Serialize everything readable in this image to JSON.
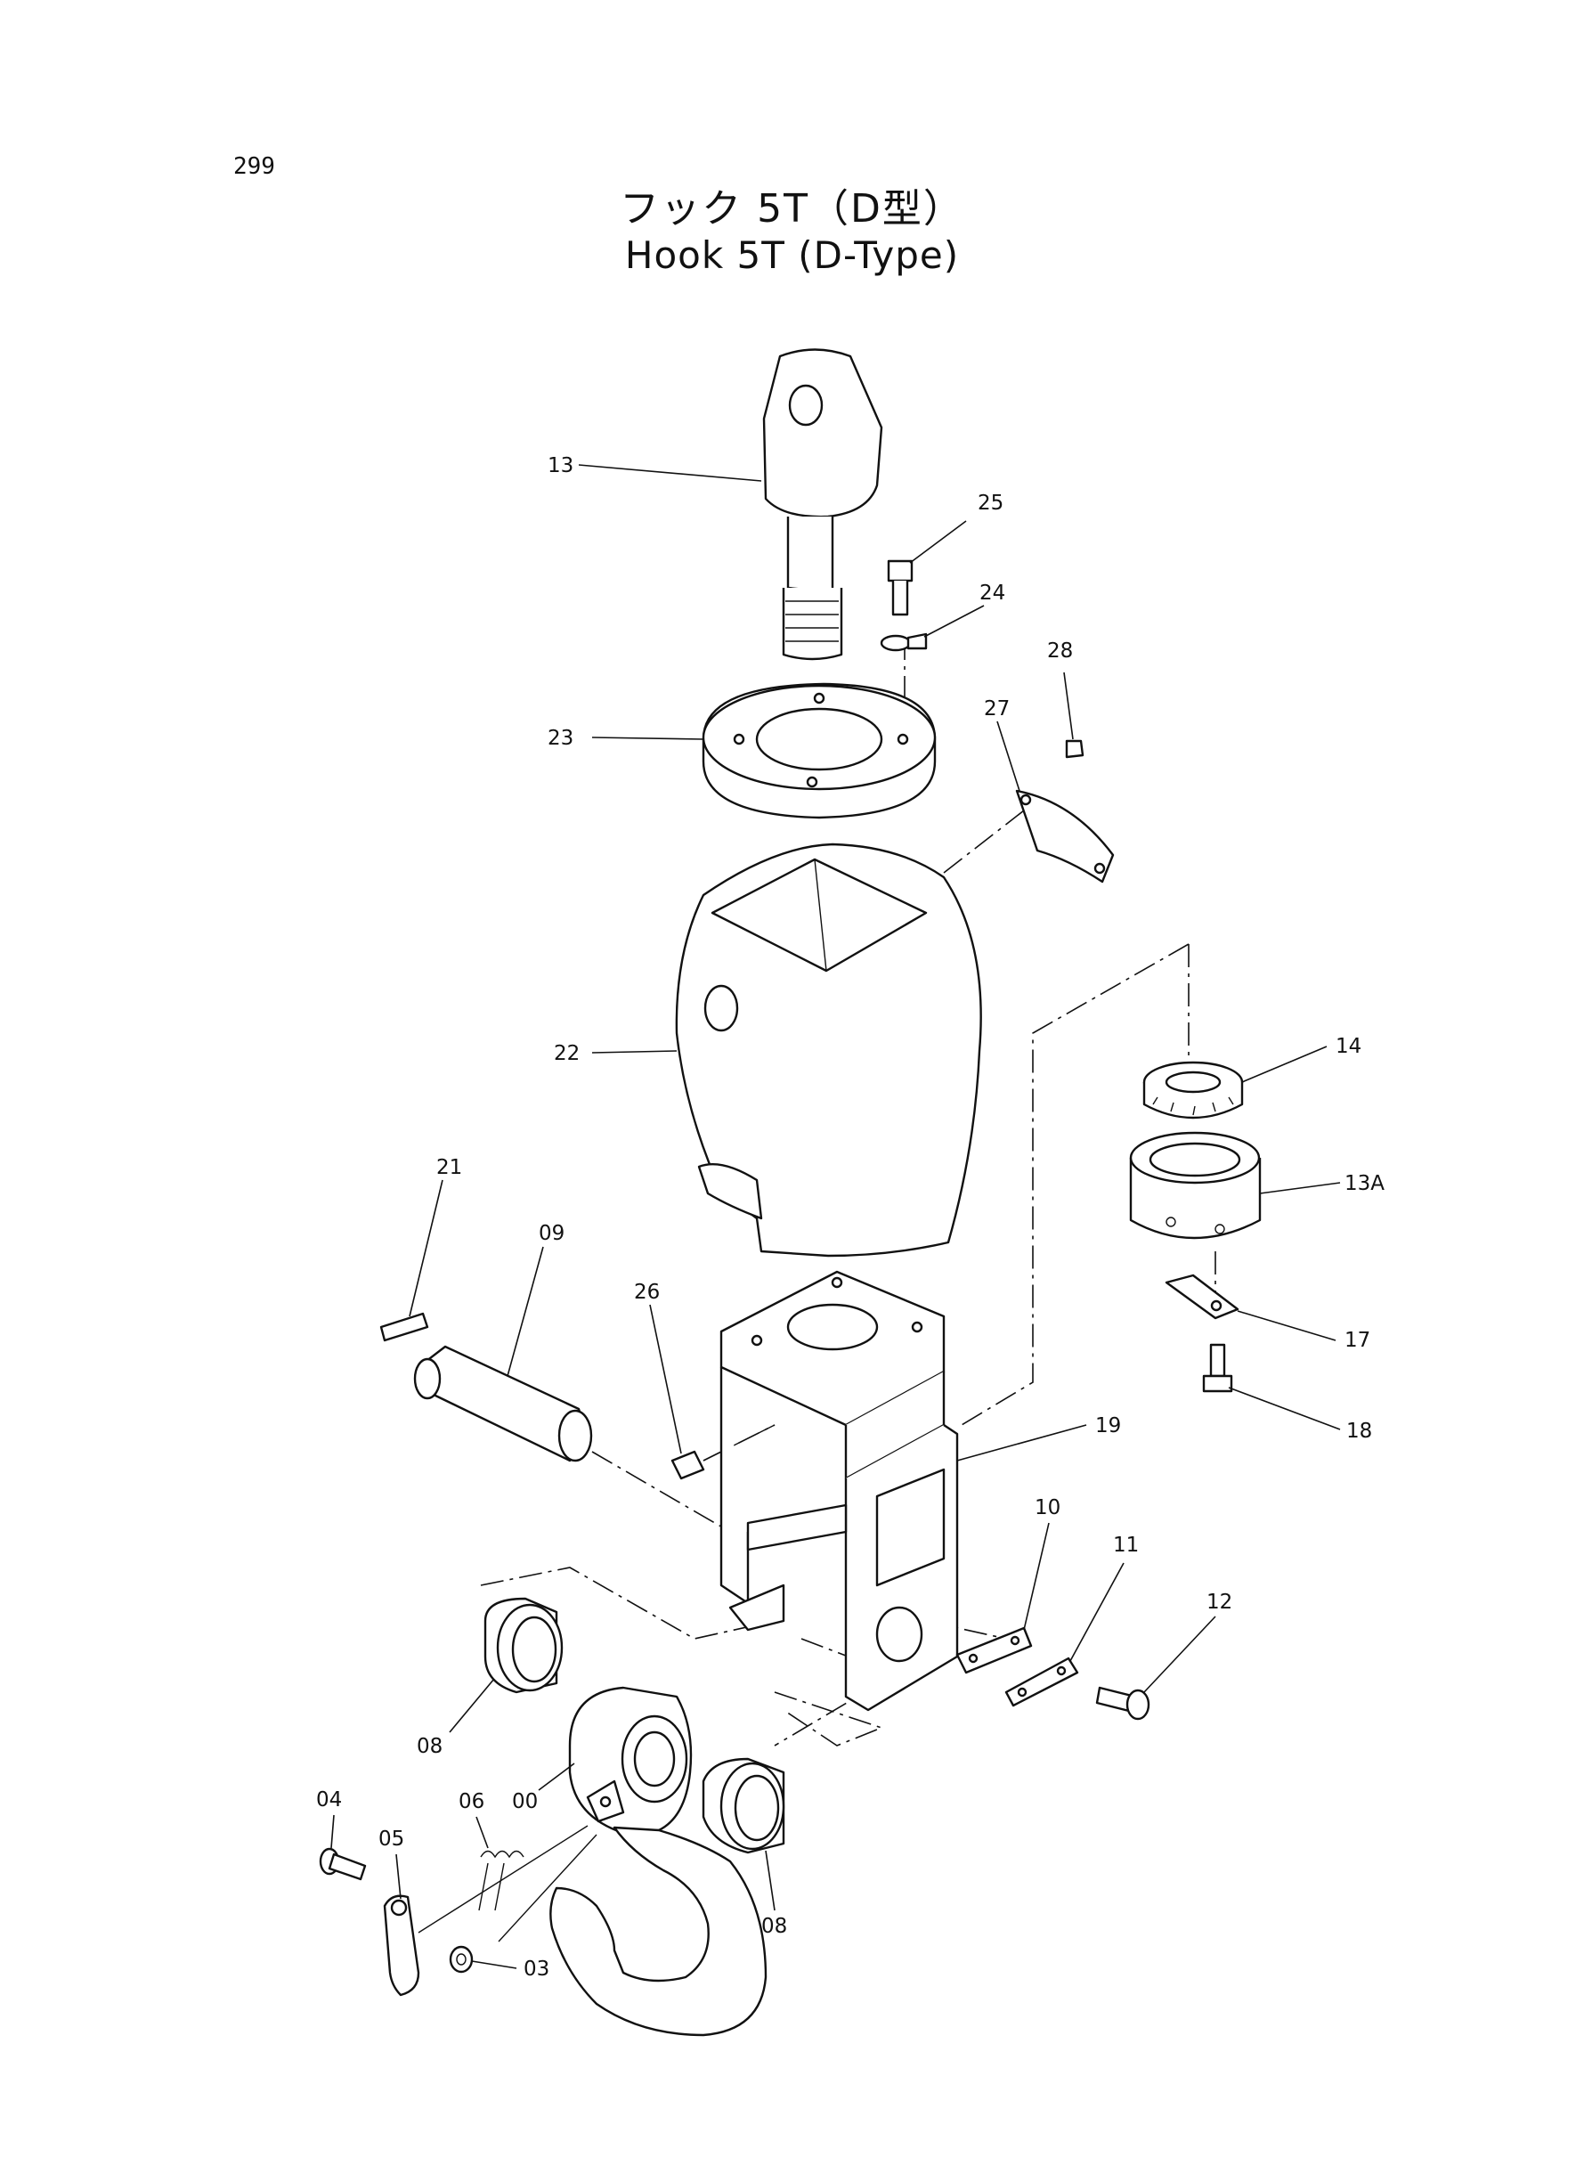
{
  "page_number": "299",
  "title": {
    "japanese": "フック 5T（D型）",
    "english": "Hook 5T (D-Type)"
  },
  "part_labels": [
    "13",
    "25",
    "24",
    "28",
    "27",
    "23",
    "22",
    "14",
    "13A",
    "21",
    "09",
    "26",
    "17",
    "18",
    "19",
    "10",
    "11",
    "12",
    "08",
    "00",
    "04",
    "06",
    "05",
    "03"
  ],
  "callouts": {
    "p13": "13",
    "p25": "25",
    "p24": "24",
    "p28": "28",
    "p27": "27",
    "p23": "23",
    "p22": "22",
    "p14": "14",
    "p13A": "13A",
    "p21": "21",
    "p09": "09",
    "p26": "26",
    "p17": "17",
    "p18": "18",
    "p19": "19",
    "p10": "10",
    "p11": "11",
    "p12": "12",
    "p08a": "08",
    "p00": "00",
    "p04": "04",
    "p06": "06",
    "p05": "05",
    "p03": "03",
    "p08b": "08"
  }
}
